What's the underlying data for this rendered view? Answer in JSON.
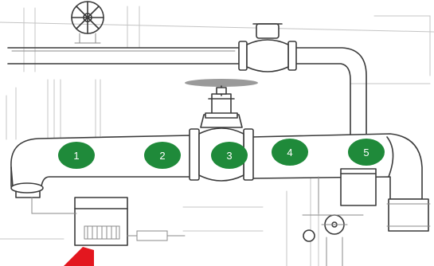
{
  "diagram": {
    "type": "pipe-sketch-with-numbered-markers",
    "colors": {
      "marker": "#1f8a3a",
      "marker_text": "#ffffff",
      "arrow": "#e3171f",
      "sketch_line": "#3a3a3a",
      "background": "#ffffff"
    },
    "markers": [
      {
        "label": "1"
      },
      {
        "label": "2"
      },
      {
        "label": "3"
      },
      {
        "label": "4"
      },
      {
        "label": "5"
      }
    ]
  }
}
